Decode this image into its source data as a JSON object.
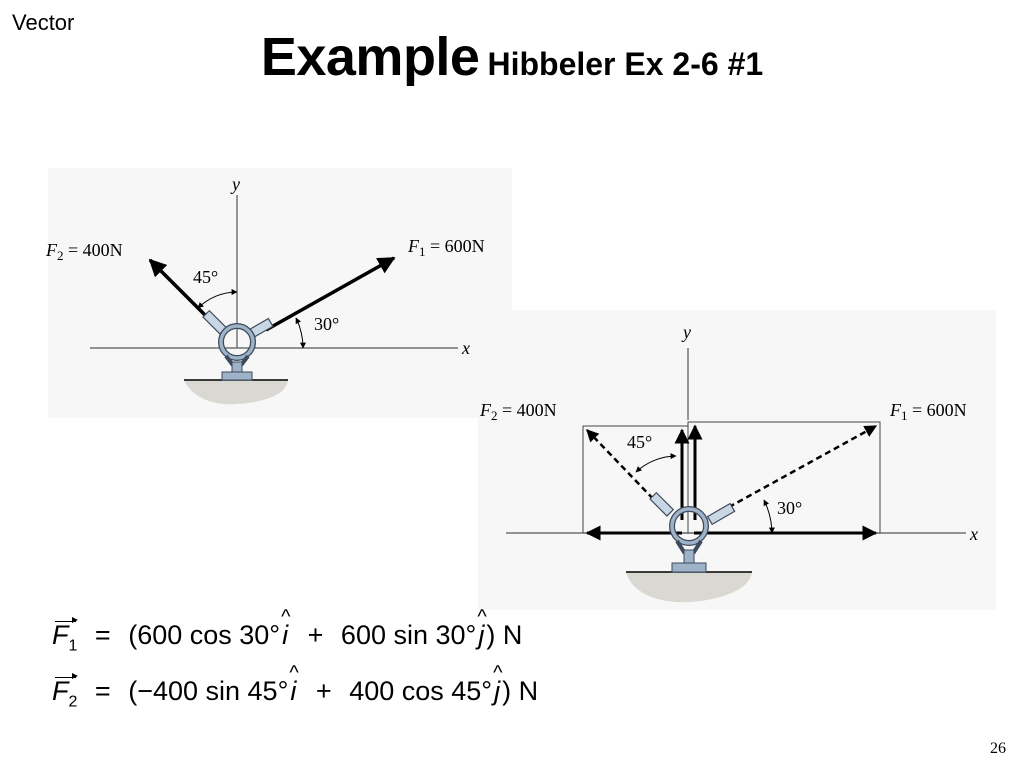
{
  "slide": {
    "section_label": "Vector",
    "title_main": "Example",
    "title_sub": "Hibbeler Ex 2-6 #1",
    "page_number": "26"
  },
  "diagram1": {
    "y_axis_label": "y",
    "x_axis_label": "x",
    "f1_symbol": "F",
    "f1_index": "1",
    "f1_value": " = 600N",
    "f2_symbol": "F",
    "f2_index": "2",
    "f2_value": " = 400N",
    "angle_f2": "45°",
    "angle_f1": "30°"
  },
  "diagram2": {
    "y_axis_label": "y",
    "x_axis_label": "x",
    "f1_symbol": "F",
    "f1_index": "1",
    "f1_value": " = 600N",
    "f2_symbol": "F",
    "f2_index": "2",
    "f2_value": " = 400N",
    "angle_f2": "45°",
    "angle_f1": "30°"
  },
  "equations": [
    {
      "symbol": "F",
      "index": "1",
      "equals": "=",
      "open": "(600 cos 30°",
      "i_hat": "i",
      "plus": "+",
      "middle": "600 sin 30°",
      "j_hat": "j",
      "close": ") N"
    },
    {
      "symbol": "F",
      "index": "2",
      "equals": "=",
      "open": "(−400 sin 45°",
      "i_hat": "i",
      "plus": "+",
      "middle": "400 cos 45°",
      "j_hat": "j",
      "close": ") N"
    }
  ],
  "colors": {
    "background": "#ffffff",
    "ground": "#d9d8d2",
    "eyebolt": "#9fb3c8",
    "eyebolt_stroke": "#3d4a5c",
    "diagram_panel": "#f6f6f6"
  }
}
